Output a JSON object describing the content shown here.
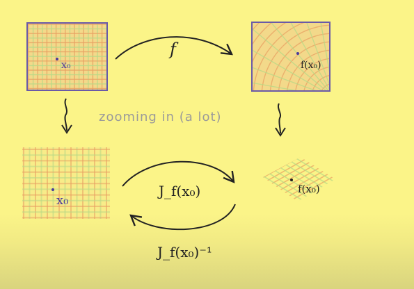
{
  "labels": {
    "f": "f",
    "x0_top": "x₀",
    "fx0_top": "f(x₀)",
    "zoom_caption": "zooming in (a lot)",
    "x0_bottom": "x₀",
    "fx0_bottom": "f(x₀)",
    "jacobian": "J_f(x₀)",
    "jacobian_inverse": "J_f(x₀)⁻¹"
  },
  "colors": {
    "background": "#fbf488",
    "grid_orange": "#e8a163",
    "grid_green": "#b7d987",
    "frame_purple": "#6a5aa8",
    "point": "#4a3b9c",
    "ink": "#222222",
    "caption": "#9a9a9a"
  }
}
